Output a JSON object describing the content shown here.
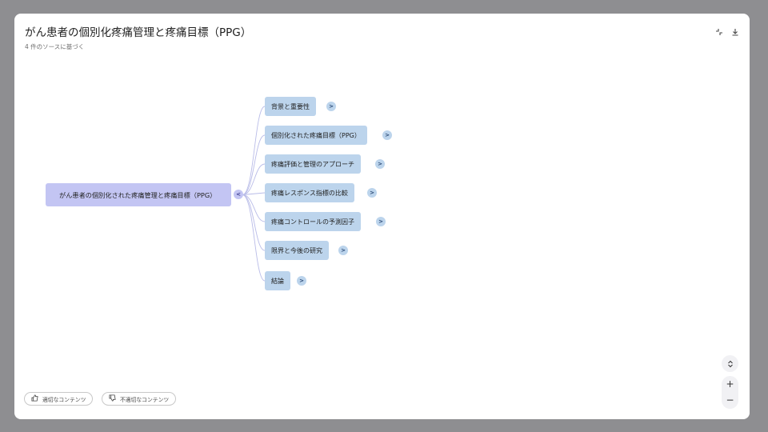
{
  "header": {
    "title": "がん患者の個別化疼痛管理と疼痛目標（PPG）",
    "subtitle": "4 件のソースに基づく",
    "collapse_icon": "collapse-arrows-icon",
    "download_icon": "download-icon"
  },
  "mindmap": {
    "root": {
      "label": "がん患者の個別化された疼痛管理と疼痛目標（PPG）",
      "toggle": "<"
    },
    "children": [
      {
        "label": "背景と重要性",
        "toggle": ">"
      },
      {
        "label": "個別化された疼痛目標（PPG）",
        "toggle": ">"
      },
      {
        "label": "疼痛評価と管理のアプローチ",
        "toggle": ">"
      },
      {
        "label": "疼痛レスポンス指標の比較",
        "toggle": ">"
      },
      {
        "label": "疼痛コントロールの予測因子",
        "toggle": ">"
      },
      {
        "label": "限界と今後の研究",
        "toggle": ">"
      },
      {
        "label": "結論",
        "toggle": ">"
      }
    ]
  },
  "feedback": {
    "good_label": "適切なコンテンツ",
    "bad_label": "不適切なコンテンツ"
  },
  "controls": {
    "reset_icon": "expand-collapse-icon",
    "zoom_in": "+",
    "zoom_out": "−"
  },
  "colors": {
    "root_node": "#c3c5f3",
    "child_node": "#bcd4ec",
    "connector": "#b9bce8"
  }
}
